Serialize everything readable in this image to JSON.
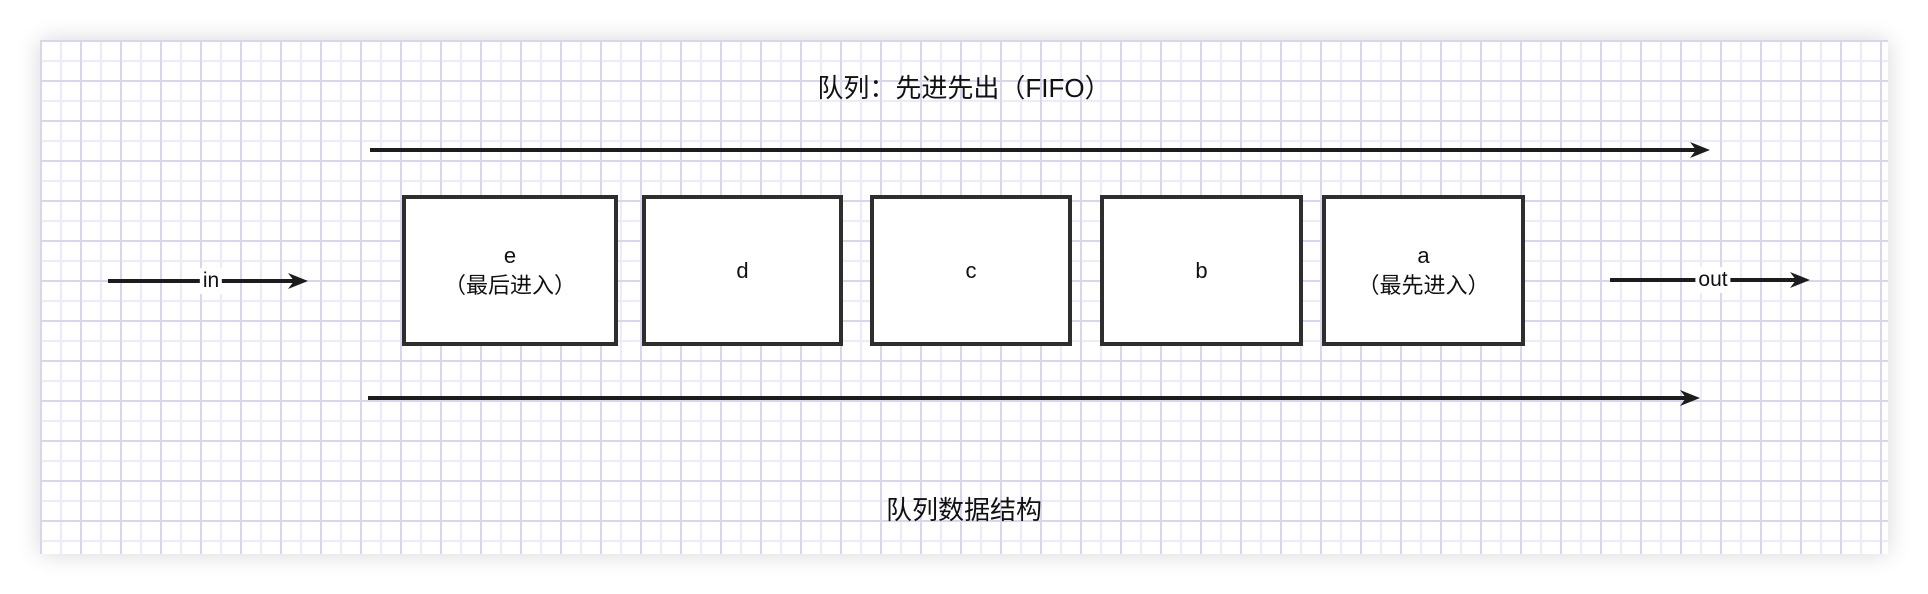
{
  "diagram": {
    "title": "队列：先进先出（FIFO）",
    "caption": "队列数据结构",
    "in_label": "in",
    "out_label": "out",
    "queue_items": [
      {
        "label": "e",
        "note": "（最后进入）"
      },
      {
        "label": "d",
        "note": ""
      },
      {
        "label": "c",
        "note": ""
      },
      {
        "label": "b",
        "note": ""
      },
      {
        "label": "a",
        "note": "（最先进入）"
      }
    ],
    "colors": {
      "stroke": "#1c1c1c",
      "box_border": "#2e2e2e",
      "box_fill": "#ffffff",
      "grid_minor": "#edeaf9",
      "grid_major": "#d9d4f0",
      "canvas_bg": "#ffffff",
      "text": "#111111"
    }
  }
}
